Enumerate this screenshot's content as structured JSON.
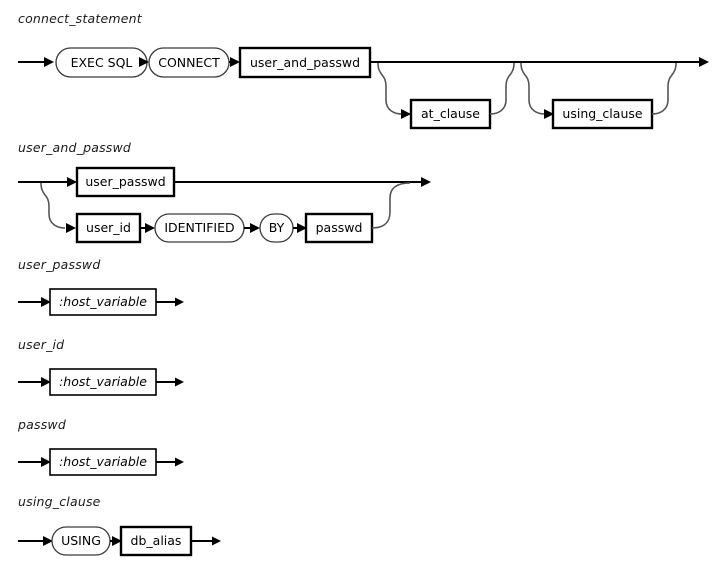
{
  "document": {
    "type": "railroad-syntax-diagram",
    "title": "connect_statement syntax diagrams",
    "background_color": "#ffffff",
    "line_color": "#000000",
    "curve_color": "#555555"
  },
  "diagrams": [
    {
      "id": "connect-statement",
      "label": "connect_statement",
      "nodes": [
        {
          "id": "exec-sql",
          "kind": "terminal",
          "text": "EXEC SQL"
        },
        {
          "id": "connect",
          "kind": "terminal",
          "text": "CONNECT"
        },
        {
          "id": "user-and-passwd",
          "kind": "nonterminal",
          "text": "user_and_passwd"
        },
        {
          "id": "at-clause",
          "kind": "nonterminal",
          "text": "at_clause",
          "optional": true
        },
        {
          "id": "using-clause",
          "kind": "nonterminal",
          "text": "using_clause",
          "optional": true
        }
      ]
    },
    {
      "id": "user-and-passwd",
      "label": "user_and_passwd",
      "nodes": [
        {
          "id": "user-passwd",
          "kind": "nonterminal",
          "text": "user_passwd"
        },
        {
          "id": "user-id",
          "kind": "nonterminal",
          "text": "user_id"
        },
        {
          "id": "identified",
          "kind": "terminal",
          "text": "IDENTIFIED"
        },
        {
          "id": "by",
          "kind": "terminal",
          "text": "BY"
        },
        {
          "id": "passwd",
          "kind": "nonterminal",
          "text": "passwd"
        }
      ]
    },
    {
      "id": "user-passwd",
      "label": "user_passwd",
      "nodes": [
        {
          "id": "host-variable-1",
          "kind": "hostvar",
          "text": ":host_variable"
        }
      ]
    },
    {
      "id": "user-id",
      "label": "user_id",
      "nodes": [
        {
          "id": "host-variable-2",
          "kind": "hostvar",
          "text": ":host_variable"
        }
      ]
    },
    {
      "id": "passwd",
      "label": "passwd",
      "nodes": [
        {
          "id": "host-variable-3",
          "kind": "hostvar",
          "text": ":host_variable"
        }
      ]
    },
    {
      "id": "using-clause",
      "label": "using_clause",
      "nodes": [
        {
          "id": "using",
          "kind": "terminal",
          "text": "USING"
        },
        {
          "id": "db-alias",
          "kind": "nonterminal",
          "text": "db_alias"
        }
      ]
    }
  ]
}
